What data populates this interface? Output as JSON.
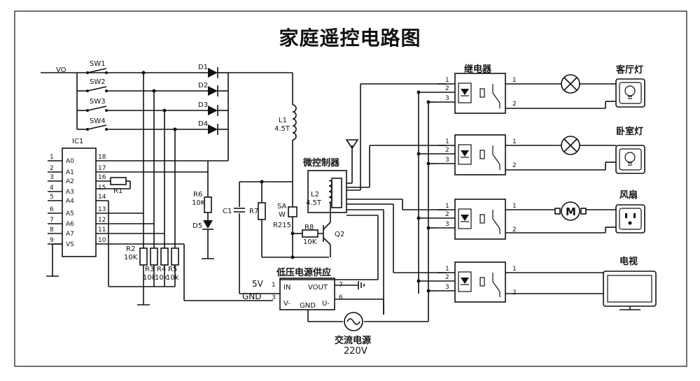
{
  "title": "家庭遥控电路图",
  "switches": [
    "SW1",
    "SW2",
    "SW3",
    "SW4"
  ],
  "vo": "VO",
  "diodes": [
    "D1",
    "D2",
    "D3",
    "D4"
  ],
  "d5": "D5",
  "ic1": {
    "name": "IC1",
    "left_pins": [
      {
        "num": "1",
        "name": "A0"
      },
      {
        "num": "2",
        "name": "A1"
      },
      {
        "num": "3",
        "name": "A2"
      },
      {
        "num": "4",
        "name": "A3"
      },
      {
        "num": "5",
        "name": "A4"
      },
      {
        "num": "6",
        "name": "A5"
      },
      {
        "num": "7",
        "name": "A6"
      },
      {
        "num": "8",
        "name": "A7"
      },
      {
        "num": "9",
        "name": "VS"
      }
    ],
    "right_pins": [
      "18",
      "17",
      "16",
      "15",
      "14",
      "13",
      "12",
      "11",
      "10"
    ]
  },
  "r1": "R1",
  "r2": {
    "name": "R2",
    "value": "10K"
  },
  "r3": {
    "name": "R3",
    "value": "10k"
  },
  "r4": {
    "name": "R4",
    "value": "10k"
  },
  "r5": {
    "name": "R5",
    "value": "10k"
  },
  "r6": {
    "name": "R6",
    "value": "10K"
  },
  "r7": "R7",
  "r8": {
    "name": "R8",
    "value": "10K"
  },
  "c1": "C1",
  "l1": {
    "name": "L1",
    "value": "4.5T"
  },
  "l2": {
    "name": "L2",
    "value": "4.5T"
  },
  "saw": {
    "line1": "SA",
    "line2": "W",
    "line3": "R215"
  },
  "q2": "Q2",
  "mcu": "微控制器",
  "relay_title": "继电器",
  "relay_pins": {
    "in": [
      "1",
      "2",
      "3"
    ],
    "out": [
      "1",
      "2"
    ]
  },
  "loads": [
    "客厅灯",
    "卧室灯",
    "风扇",
    "电视"
  ],
  "motor": "M",
  "psu": {
    "title": "低压电源供应",
    "in": "IN",
    "vout": "VOUT",
    "vminus": "V-",
    "gnd": "GND",
    "uminus": "U-",
    "pin1": "1",
    "pin3": "3",
    "pin7": "7",
    "pin6": "6",
    "label_5v": "5V",
    "label_gnd": "GND"
  },
  "ac": {
    "line1": "交流电源",
    "line2": "220V"
  }
}
